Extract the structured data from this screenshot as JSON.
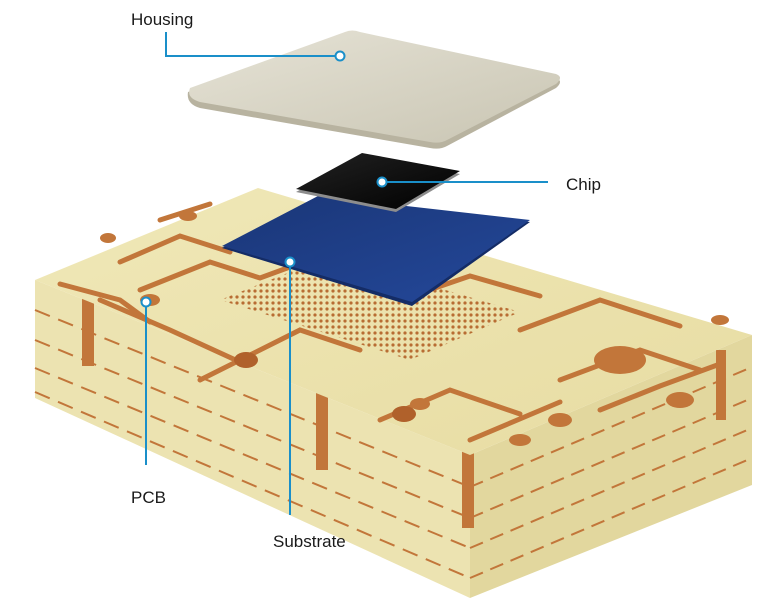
{
  "labels": {
    "housing": "Housing",
    "chip": "Chip",
    "pcb": "PCB",
    "substrate": "Substrate"
  },
  "colors": {
    "callout": "#1a8fc9",
    "housing": "#d9d6c7",
    "chip": "#151515",
    "substrate": "#1e3f8a",
    "pcb_laminate": "#ede3ae",
    "copper": "#c2763a"
  }
}
